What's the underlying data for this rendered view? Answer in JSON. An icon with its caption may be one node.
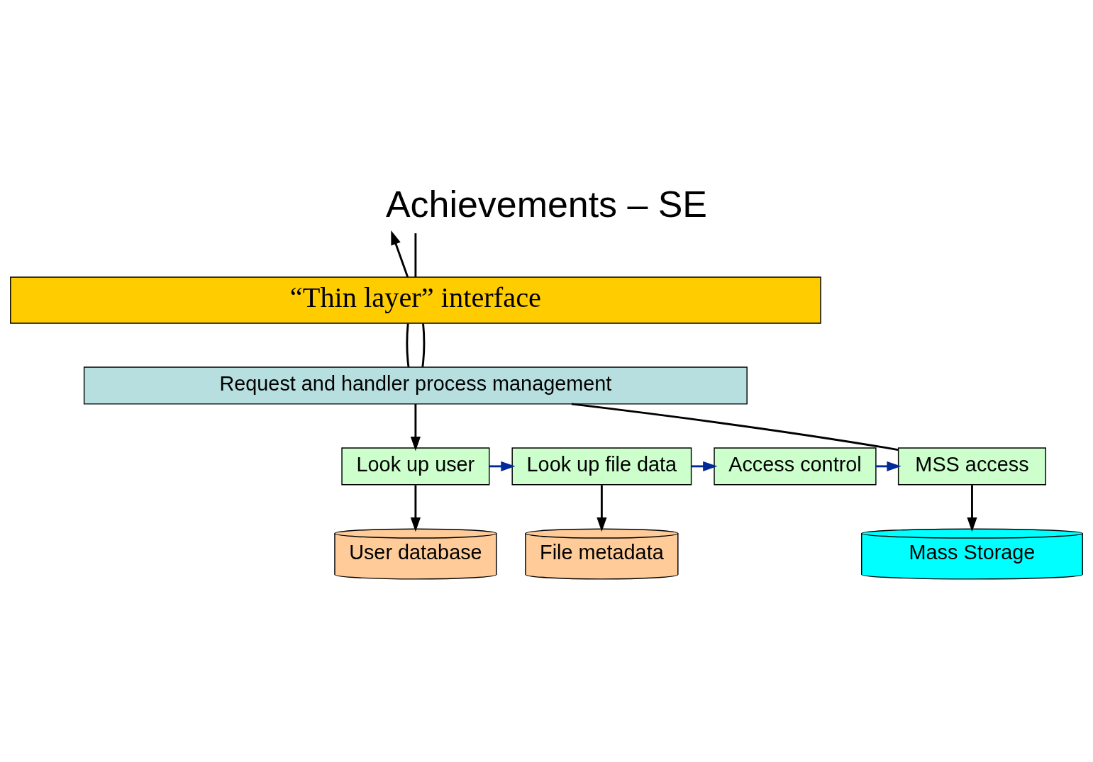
{
  "diagram": {
    "title": "Achievements – SE",
    "nodes": [
      {
        "text": [
          "“Thin layer” interface"
        ]
      },
      {
        "text": [
          "Request and handler process management"
        ]
      },
      {
        "text": [
          "Look up user"
        ]
      },
      {
        "text": [
          "Look up file data"
        ]
      },
      {
        "text": [
          "Access control"
        ]
      },
      {
        "text": [
          "MSS access"
        ]
      },
      {
        "text": [
          "User database"
        ]
      },
      {
        "text": [
          "File metadata"
        ]
      },
      {
        "text": [
          "Mass Storage"
        ]
      }
    ],
    "edges": [
      {
        "from": null,
        "to": 0,
        "arrow": "none"
      },
      {
        "from": 0,
        "to": 1,
        "arrow": "none"
      },
      {
        "from": 1,
        "to": 2,
        "arrow": "to"
      },
      {
        "from": 2,
        "to": 3,
        "arrow": "to",
        "color": "#002a9a"
      },
      {
        "from": 3,
        "to": 4,
        "arrow": "to",
        "color": "#002a9a"
      },
      {
        "from": 4,
        "to": 5,
        "arrow": "to",
        "color": "#002a9a"
      },
      {
        "from": 5,
        "to": 1,
        "arrow": "none"
      },
      {
        "from": 1,
        "to": 0,
        "arrow": "none"
      },
      {
        "from": 0,
        "to": null,
        "arrow": "to"
      },
      {
        "from": 2,
        "to": 6,
        "arrow": "to"
      },
      {
        "from": 3,
        "to": 7,
        "arrow": "to"
      },
      {
        "from": 5,
        "to": 8,
        "arrow": "to"
      }
    ]
  }
}
